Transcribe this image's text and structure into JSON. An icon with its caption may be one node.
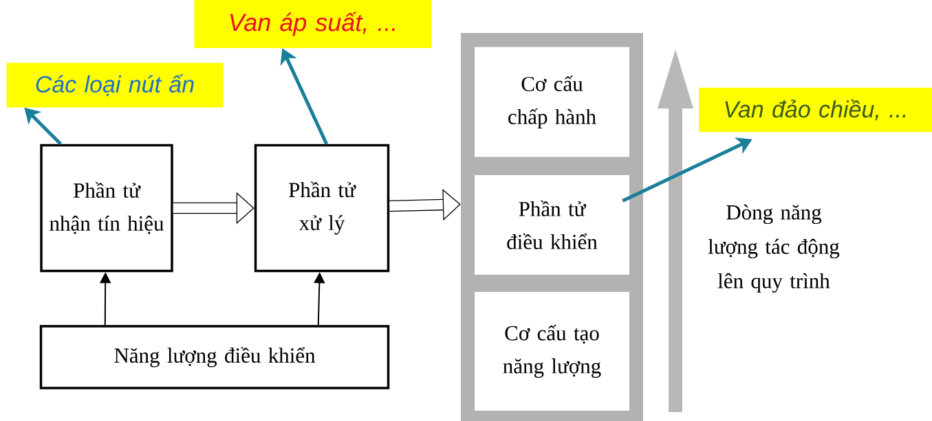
{
  "diagram": {
    "nodes": [
      {
        "text": [
          "Các loại nút ấn"
        ]
      },
      {
        "text": [
          "Van áp suất, ..."
        ]
      },
      {
        "text": [
          "Phần tử nhận tín hiệu"
        ]
      },
      {
        "text": [
          "Phần tử xử lý"
        ]
      },
      {
        "text": [
          "Năng lượng điều khiển"
        ]
      },
      {
        "text": [],
        "shape": "box"
      },
      {
        "text": [
          "Cơ cấu chấp hành"
        ],
        "in": 5
      },
      {
        "text": [
          "Phần tử điều khiển"
        ],
        "in": 5
      },
      {
        "text": [
          "Cơ cấu tạo năng lượng"
        ],
        "in": 5
      },
      {
        "text": [
          "Van đảo chiều, ..."
        ]
      }
    ],
    "edges": [
      {
        "from": 2,
        "to": 0,
        "arrow": "to",
        "color": "#1a7f99"
      },
      {
        "from": 3,
        "to": 1,
        "arrow": "to",
        "color": "#1a7f99"
      },
      {
        "from": 7,
        "to": 9,
        "arrow": "to",
        "color": "#1a7f99"
      },
      {
        "from": 4,
        "to": 2,
        "arrow": "to"
      },
      {
        "from": 4,
        "to": 3,
        "arrow": "to"
      },
      {
        "from": 2,
        "to": 3,
        "arrow": "to",
        "style": "thick"
      },
      {
        "from": 3,
        "to": 5,
        "arrow": "to",
        "style": "thick"
      }
    ],
    "labels": [
      "Dòng năng lượng tác động lên quy trình"
    ]
  }
}
